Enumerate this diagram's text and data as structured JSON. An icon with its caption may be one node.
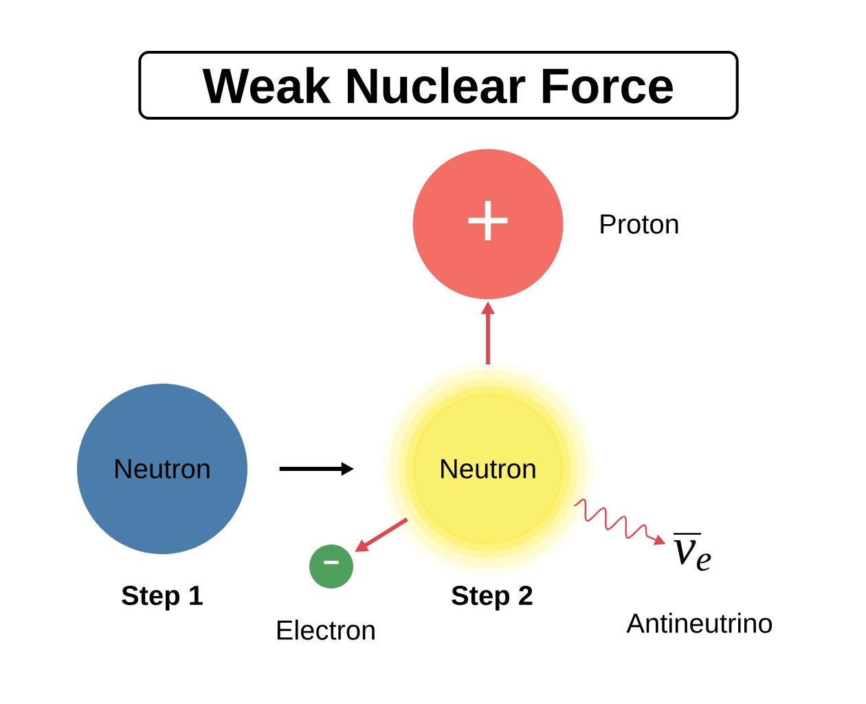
{
  "diagram": {
    "title": "Weak Nuclear Force",
    "nodes": [
      {
        "text": [
          "Neutron"
        ],
        "beside": [
          "Step 1"
        ]
      },
      {
        "text": [
          "Neutron"
        ],
        "beside": [
          "Step 2"
        ]
      },
      {
        "text": [
          "+"
        ],
        "beside": [
          "Proton"
        ]
      },
      {
        "text": [
          "−"
        ],
        "beside": [
          "Electron"
        ]
      },
      {
        "text": [
          "ν$_{e}$"
        ],
        "beside": [
          "Antineutrino"
        ]
      }
    ],
    "edges": [
      {
        "from": 0,
        "to": 1,
        "arrow": "to",
        "color": "#000000"
      },
      {
        "from": 1,
        "to": 2,
        "arrow": "to",
        "color": "#e0474c"
      },
      {
        "from": 1,
        "to": 3,
        "arrow": "to",
        "color": "#e0474c"
      },
      {
        "from": 1,
        "to": 4,
        "arrow": "to",
        "color": "#e0474c"
      }
    ]
  }
}
